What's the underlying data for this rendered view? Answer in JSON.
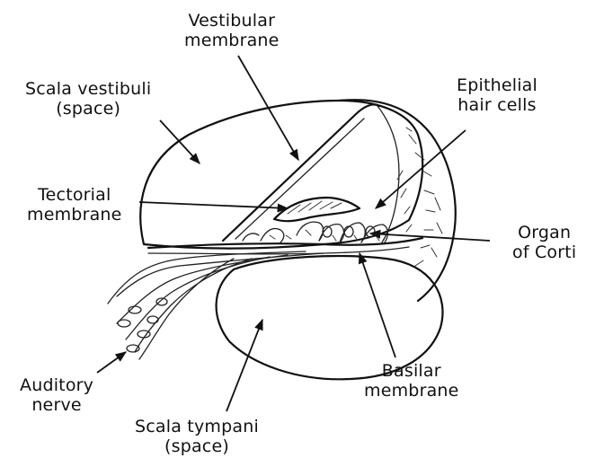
{
  "labels": {
    "vestibular_membrane": [
      "Vestibular",
      "membrane"
    ],
    "scala_vestibuli": [
      "Scala vestibuli",
      "(space)"
    ],
    "epithelial_hair_cells": [
      "Epithelial",
      "hair cells"
    ],
    "tectorial_membrane": [
      "Tectorial",
      "membrane"
    ],
    "organ_of_corti": [
      "Organ",
      "of Corti"
    ],
    "auditory_nerve": [
      "Auditory",
      "nerve"
    ],
    "basilar_membrane": [
      "Basilar",
      "membrane"
    ],
    "scala_tympani": [
      "Scala tympani",
      "(space)"
    ]
  },
  "colors": {
    "ink": "#111111",
    "background": "#ffffff"
  }
}
